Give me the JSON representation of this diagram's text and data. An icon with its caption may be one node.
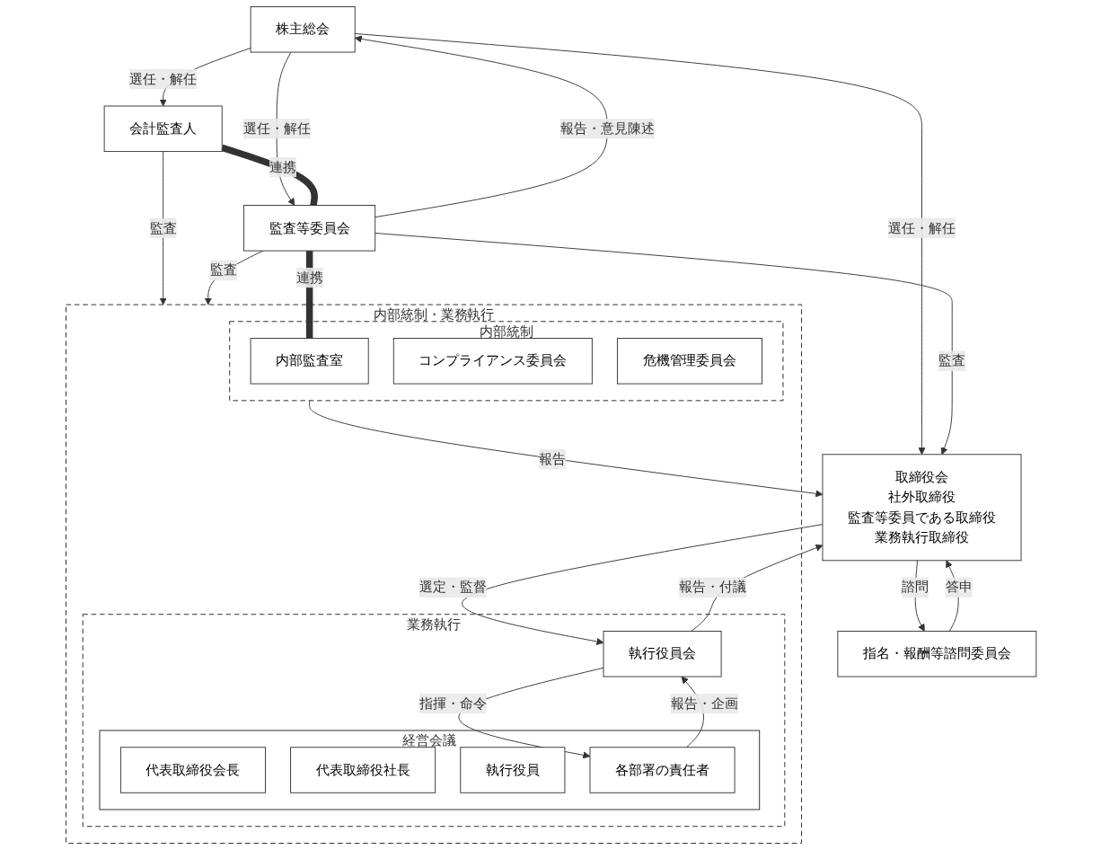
{
  "diagram": {
    "nodes": [
      {
        "text": [
          "株主総会"
        ]
      },
      {
        "text": [
          "会計監査人"
        ]
      },
      {
        "text": [
          "監査等委員会"
        ]
      },
      {
        "text": [
          "取締役会",
          "社外取締役",
          "監査等委員である取締役",
          "業務執行取締役"
        ]
      },
      {
        "text": [
          "指名・報酬等諮問委員会"
        ]
      },
      {
        "text": [
          "内部統制・業務執行"
        ]
      },
      {
        "text": [
          "内部統制"
        ],
        "in": 5
      },
      {
        "text": [
          "内部監査室"
        ],
        "in": 6
      },
      {
        "text": [
          "コンプライアンス委員会"
        ],
        "in": 6
      },
      {
        "text": [
          "危機管理委員会"
        ],
        "in": 6
      },
      {
        "text": [
          "業務執行"
        ],
        "in": 5
      },
      {
        "text": [
          "執行役員会"
        ],
        "in": 10
      },
      {
        "text": [
          "経営会議"
        ],
        "in": 10
      },
      {
        "text": [
          "代表取締役会長"
        ],
        "in": 12
      },
      {
        "text": [
          "代表取締役社長"
        ],
        "in": 12
      },
      {
        "text": [
          "執行役員"
        ],
        "in": 12
      },
      {
        "text": [
          "各部署の責任者"
        ],
        "in": 12
      }
    ],
    "edges": [
      {
        "from": 0,
        "to": 1,
        "arrow": "to",
        "label": "選任・解任"
      },
      {
        "from": 0,
        "to": 2,
        "arrow": "to",
        "label": "選任・解任"
      },
      {
        "from": 2,
        "to": 0,
        "arrow": "to",
        "label": "報告・意見陳述"
      },
      {
        "from": 0,
        "to": 3,
        "arrow": "to",
        "label": "選任・解任"
      },
      {
        "from": 1,
        "to": 2,
        "arrow": "none",
        "label": "連携",
        "style": "thick"
      },
      {
        "from": 2,
        "to": 3,
        "arrow": "to",
        "label": "監査"
      },
      {
        "from": 1,
        "to": 5,
        "arrow": "to",
        "label": "監査"
      },
      {
        "from": 2,
        "to": 5,
        "arrow": "to",
        "label": "監査"
      },
      {
        "from": 2,
        "to": 7,
        "arrow": "none",
        "label": "連携",
        "style": "thick"
      },
      {
        "from": 6,
        "to": 3,
        "arrow": "to",
        "label": "報告"
      },
      {
        "from": 3,
        "to": 4,
        "arrow": "to",
        "label": "諮問"
      },
      {
        "from": 4,
        "to": 3,
        "arrow": "to",
        "label": "答申"
      },
      {
        "from": 3,
        "to": 11,
        "arrow": "to",
        "label": "選定・監督"
      },
      {
        "from": 11,
        "to": 3,
        "arrow": "to",
        "label": "報告・付議"
      },
      {
        "from": 11,
        "to": 16,
        "arrow": "to",
        "label": "指揮・命令"
      },
      {
        "from": 16,
        "to": 11,
        "arrow": "to",
        "label": "報告・企画"
      }
    ]
  }
}
